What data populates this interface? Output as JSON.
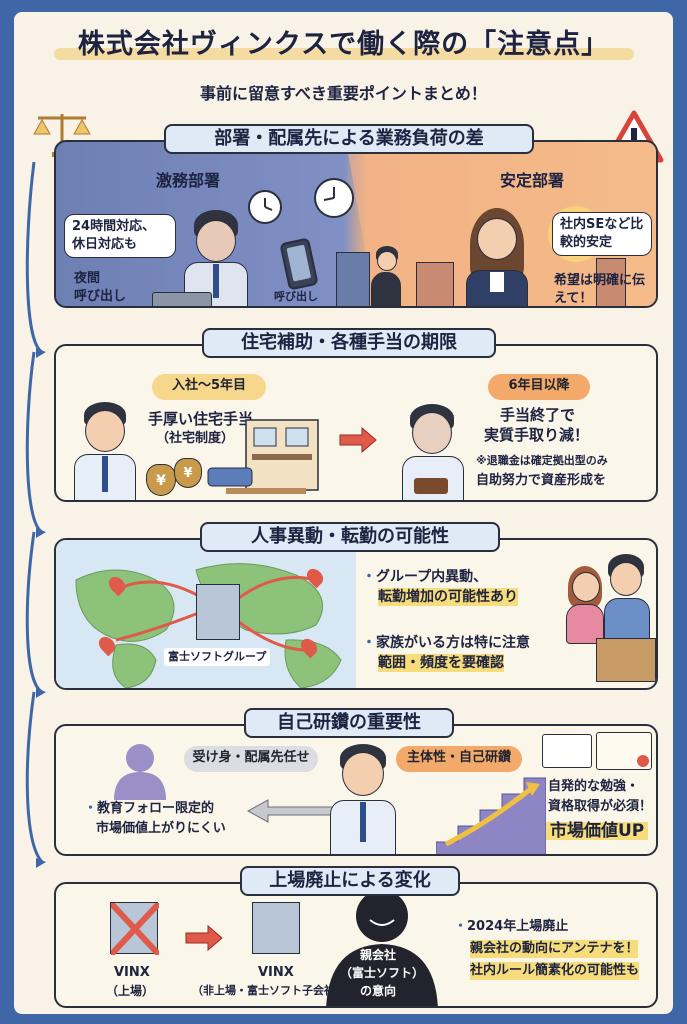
{
  "header": {
    "title": "株式会社ヴィンクスで働く際の「注意点」",
    "subtitle": "事前に留意すべき重要ポイントまとめ！"
  },
  "sections": [
    {
      "heading": "部署・配属先による業務負荷の差",
      "left": {
        "label": "激務部署",
        "bubble": "24時間対応、休日対応も",
        "night": "夜間\n呼び出し",
        "call": "呼び出し"
      },
      "right": {
        "label": "安定部署",
        "bubble": "社内SEなど比較的安定",
        "hope": "希望は明確に伝えて！"
      }
    },
    {
      "heading": "住宅補助・各種手当の期限",
      "left": {
        "tag": "入社〜5年目",
        "text1": "手厚い住宅手当",
        "text2": "（社宅制度）"
      },
      "right": {
        "tag": "6年目以降",
        "text1": "手当終了で",
        "text2": "実質手取り減！",
        "note1": "※退職金は確定拠出型のみ",
        "note2": "自助努力で資産形成を"
      }
    },
    {
      "heading": "人事異動・転勤の可能性",
      "map_label": "富士ソフトグループ",
      "bullets": [
        [
          "グループ内異動、",
          "転勤増加の可能性あり"
        ],
        [
          "家族がいる方は特に注意",
          "範囲・頻度を要確認"
        ]
      ]
    },
    {
      "heading": "自己研鑽の重要性",
      "passive_tag": "受け身・配属先任せ",
      "passive_text": [
        "教育フォロー限定的",
        "市場価値上がりにくい"
      ],
      "active_tag": "主体性・自己研鑽",
      "active_text": [
        "自発的な勉強・",
        "資格取得が必須！"
      ],
      "market": "市場価値UP"
    },
    {
      "heading": "上場廃止による変化",
      "before_name": "VINX",
      "before_sub": "（上場）",
      "after_name": "VINX",
      "after_sub": "（非上場・富士ソフト子会社）",
      "parent": [
        "親会社",
        "（富士ソフト）",
        "の意向"
      ],
      "bullets": [
        "2024年上場廃止",
        "親会社の動向にアンテナを！",
        "社内ルール簡素化の可能性も"
      ]
    }
  ],
  "colors": {
    "frame": "#3f67a8",
    "paper": "#f8f3e6",
    "band": "#dfeaf6",
    "accent_orange": "#f3a96a",
    "accent_red": "#e05a4a",
    "yellow_highlight": "#f6dc7a"
  },
  "icons": [
    "scale-icon",
    "warning-icon",
    "clock-icon",
    "phone-icon",
    "arrow-right-icon",
    "map-pin-icon",
    "money-bag-icon",
    "house-icon",
    "book-icon",
    "certificate-icon",
    "building-icon",
    "cross-icon",
    "stairs-icon"
  ]
}
